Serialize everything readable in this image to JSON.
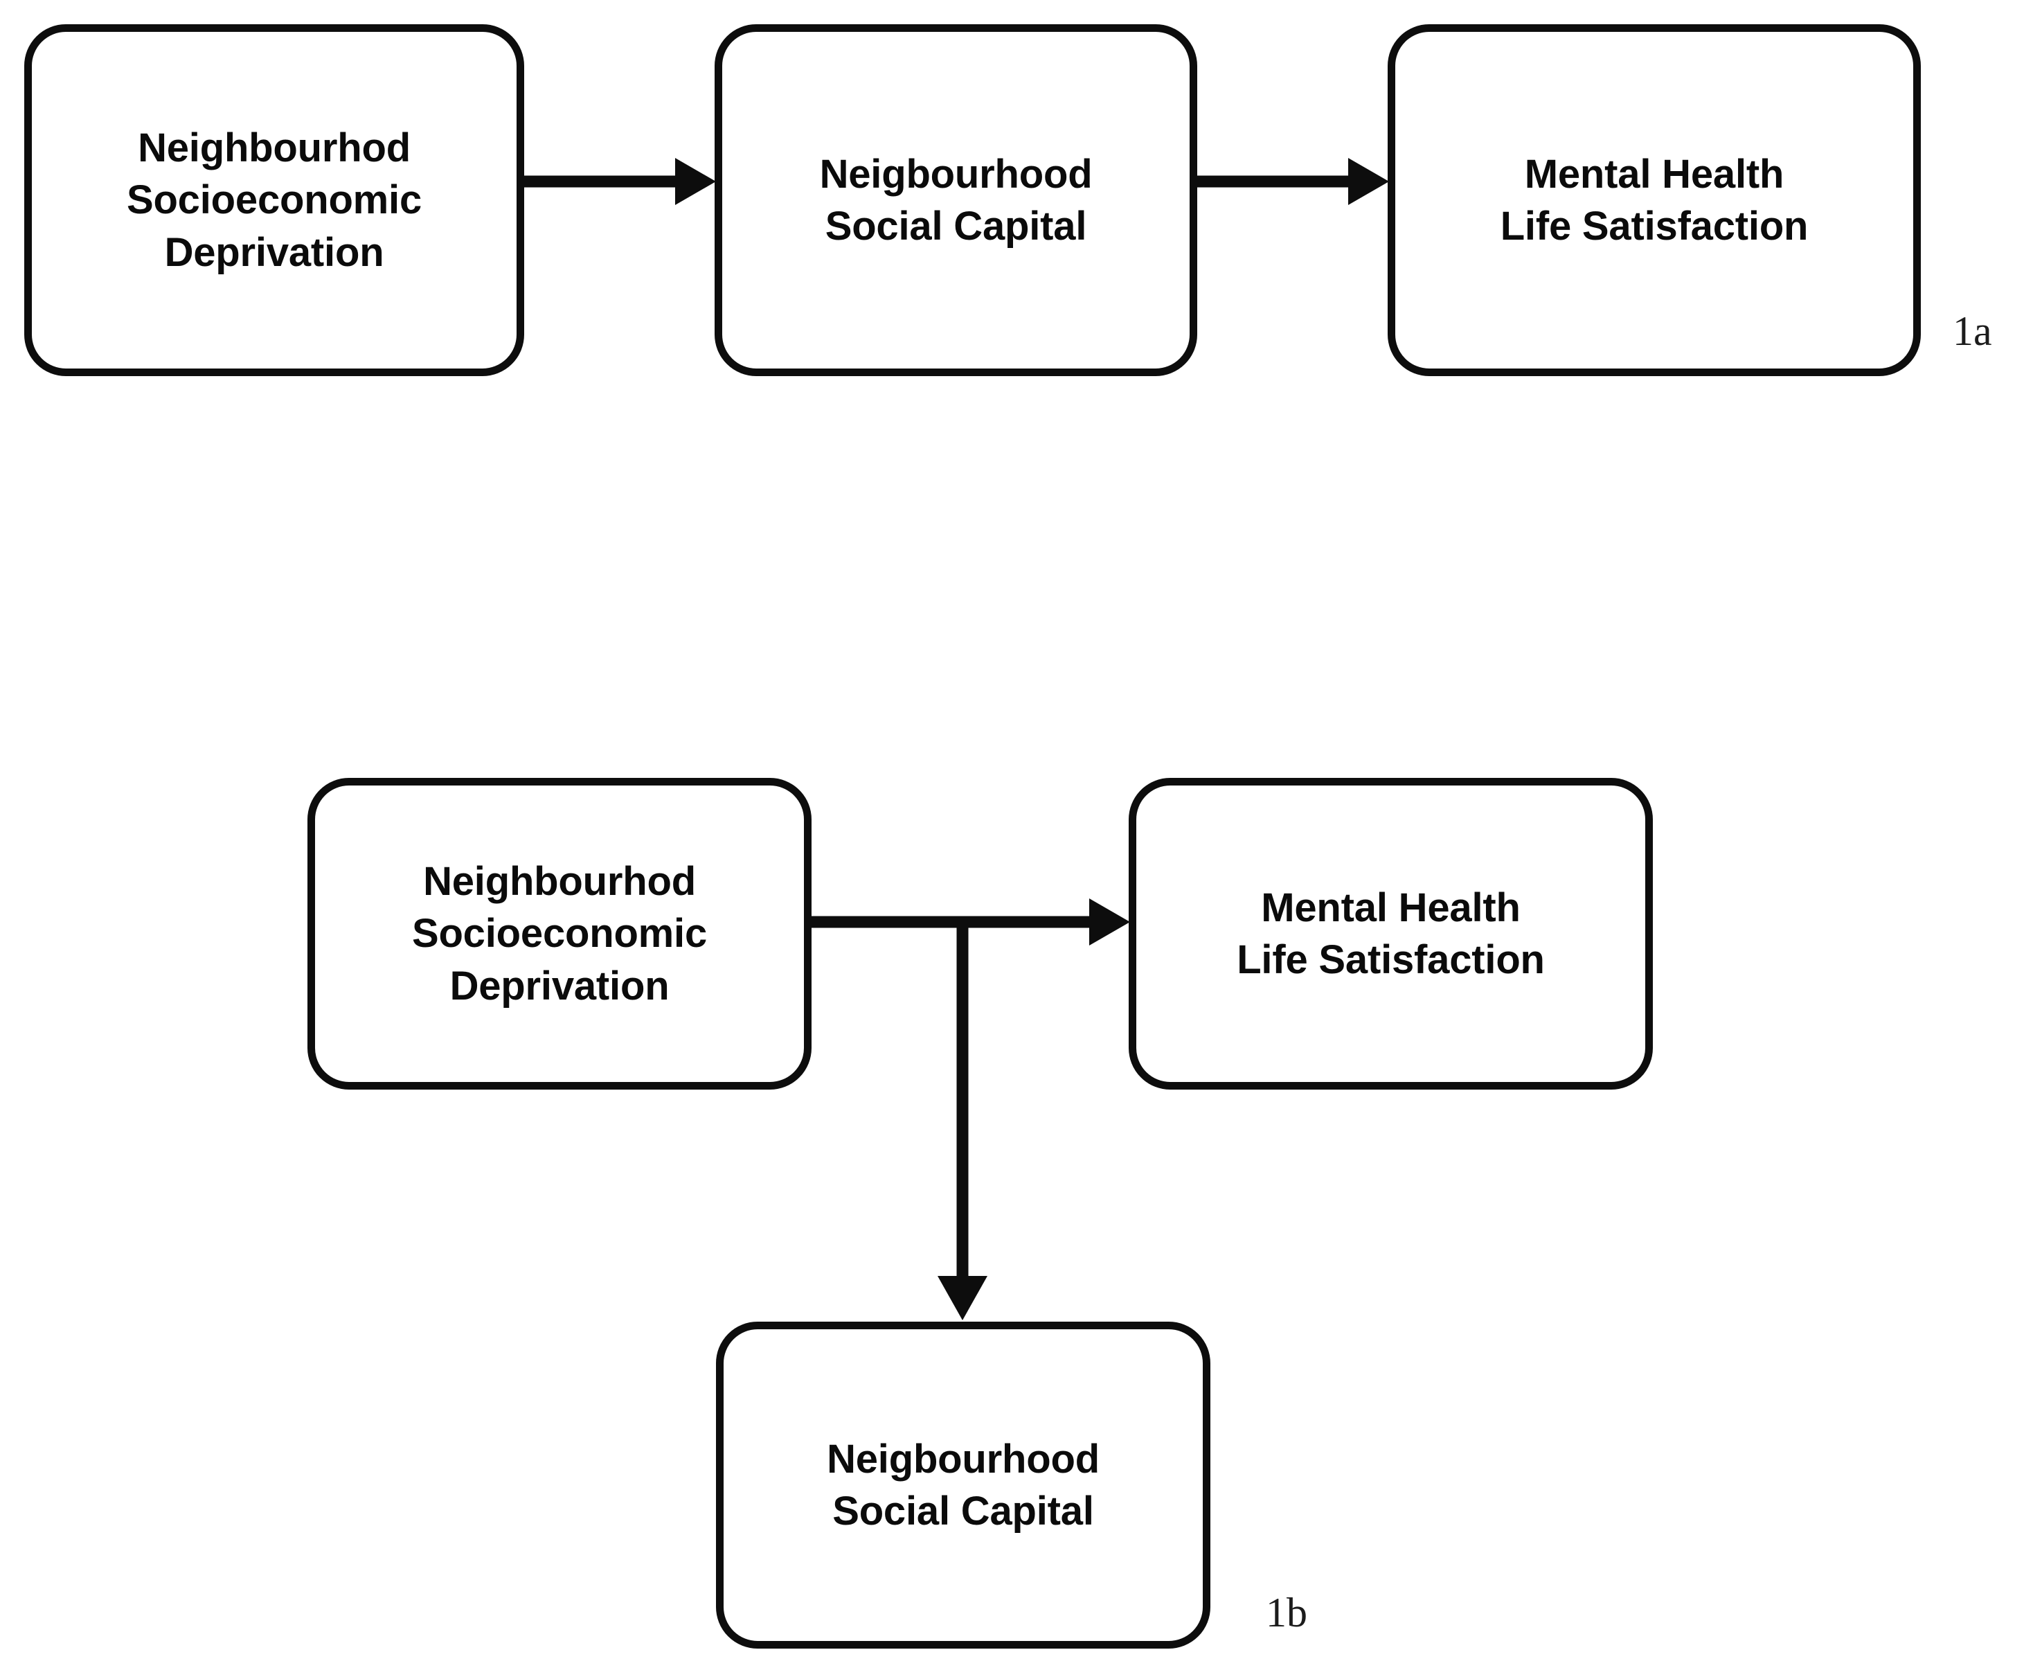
{
  "figure": {
    "background_color": "#ffffff",
    "stroke_color": "#0d0d0d",
    "text_color": "#0b0b0b"
  },
  "panel_1a": {
    "label": "1a",
    "nodes": [
      {
        "id": "deprivation",
        "text": "Neighbourhod\nSocioeconomic\nDeprivation"
      },
      {
        "id": "social_capital",
        "text": "Neigbourhood\nSocial Capital"
      },
      {
        "id": "outcome",
        "text": "Mental Health\nLife Satisfaction"
      }
    ],
    "edges": [
      {
        "id": "edge-dep-to-capital",
        "from": "deprivation",
        "to": "social_capital",
        "style": "arrow-right"
      },
      {
        "id": "edge-capital-to-outcome",
        "from": "social_capital",
        "to": "outcome",
        "style": "arrow-right"
      }
    ]
  },
  "panel_1b": {
    "label": "1b",
    "nodes": [
      {
        "id": "deprivation",
        "text": "Neighbourhod\nSocioeconomic\nDeprivation"
      },
      {
        "id": "outcome",
        "text": "Mental Health\nLife Satisfaction"
      },
      {
        "id": "social_capital",
        "text": "Neigbourhood\nSocial Capital"
      }
    ],
    "edges": [
      {
        "id": "edge-dep-to-outcome",
        "from": "deprivation",
        "to": "outcome",
        "style": "arrow-right"
      },
      {
        "id": "edge-dep-to-capital",
        "from": "deprivation",
        "to": "social_capital",
        "style": "arrow-down-branch"
      }
    ]
  }
}
